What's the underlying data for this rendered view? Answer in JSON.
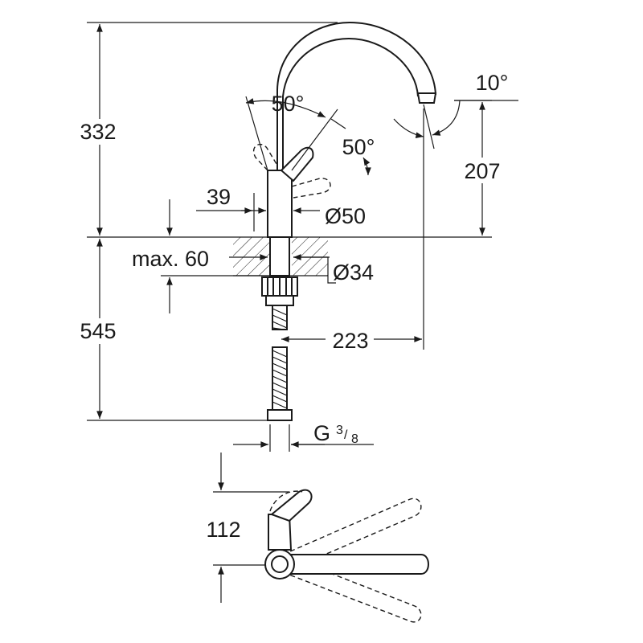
{
  "dimensions": {
    "total_height": "332",
    "spout_outlet_height": "207",
    "lever_angle_left": "50°",
    "lever_angle_right": "50°",
    "spout_tilt_angle": "10°",
    "lever_offset": "39",
    "body_diameter": "Ø50",
    "max_deck_thickness": "max. 60",
    "hole_diameter": "Ø34",
    "hose_length": "545",
    "spout_reach": "223",
    "connection_thread_main": "G",
    "connection_thread_num": "3",
    "connection_thread_den": "8",
    "plan_view_depth": "112"
  }
}
